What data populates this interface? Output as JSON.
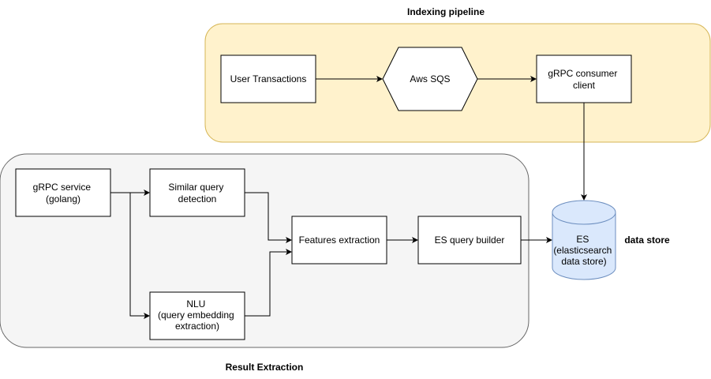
{
  "groups": {
    "indexing": {
      "label": "Indexing pipeline",
      "fill": "#fff2cc",
      "stroke": "#d6b656"
    },
    "extraction": {
      "label": "Result Extraction",
      "fill": "#f5f5f5",
      "stroke": "#666666"
    }
  },
  "nodes": {
    "user_transactions": {
      "lines": [
        "User Transactions"
      ]
    },
    "aws_sqs": {
      "lines": [
        "Aws SQS"
      ]
    },
    "grpc_consumer": {
      "lines": [
        "gRPC consumer",
        "client"
      ]
    },
    "grpc_service": {
      "lines": [
        "gRPC service",
        "(golang)"
      ]
    },
    "similar_query": {
      "lines": [
        "Similar query",
        "detection"
      ]
    },
    "nlu": {
      "lines": [
        "NLU",
        "(query embedding",
        "extraction)"
      ]
    },
    "features_extraction": {
      "lines": [
        "Features extraction"
      ]
    },
    "es_query_builder": {
      "lines": [
        "ES query builder"
      ]
    },
    "es_store": {
      "lines": [
        "ES",
        "(elasticsearch",
        "data store)"
      ],
      "fill": "#dae8fc",
      "stroke": "#6c8ebf"
    }
  },
  "labels": {
    "data_store": "data store"
  },
  "edges": [
    {
      "from": "user_transactions",
      "to": "aws_sqs"
    },
    {
      "from": "aws_sqs",
      "to": "grpc_consumer"
    },
    {
      "from": "grpc_consumer",
      "to": "es_store"
    },
    {
      "from": "grpc_service",
      "to": "similar_query"
    },
    {
      "from": "grpc_service",
      "to": "nlu"
    },
    {
      "from": "similar_query",
      "to": "features_extraction"
    },
    {
      "from": "nlu",
      "to": "features_extraction"
    },
    {
      "from": "features_extraction",
      "to": "es_query_builder"
    },
    {
      "from": "es_query_builder",
      "to": "es_store"
    }
  ]
}
